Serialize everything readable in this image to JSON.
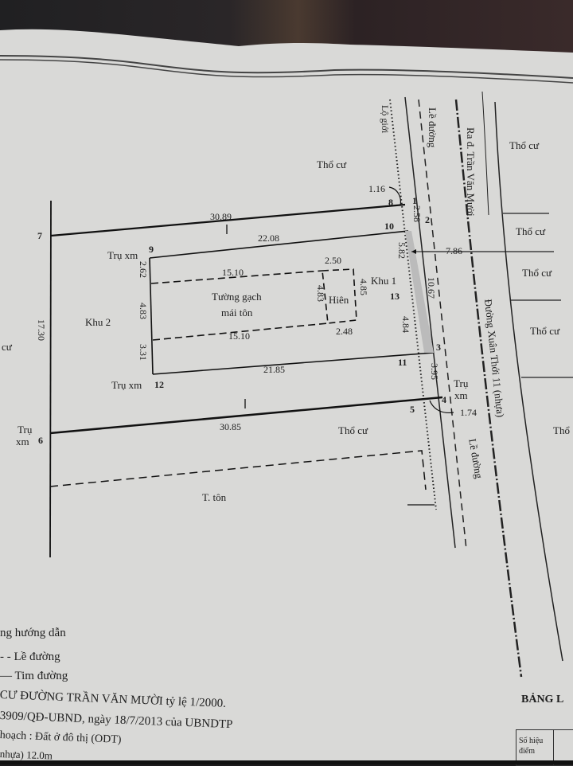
{
  "map": {
    "areas": {
      "tho_cu_top": "Thổ cư",
      "tho_cu_bottom": "Thổ cư",
      "tho_cu_right": [
        "Thổ cư",
        "Thổ cư",
        "Thổ cư",
        "Thổ cư",
        "Thổ"
      ],
      "tho_cu_left_partial": "cư",
      "khu1": "Khu 1",
      "khu2": "Khu 2",
      "building_line1": "Tường gạch",
      "building_line2": "mái tôn",
      "hien": "Hiên",
      "t_ton": "T. tôn"
    },
    "roads": {
      "lo_gioi": "Lộ giới",
      "le_duong_top": "Lề đường",
      "le_duong_bottom": "Lề đường",
      "ra_tran_van_muoi": "Ra đ. Trần Văn Mười",
      "xuan_thoi_11": "Đường Xuân Thới 11 (nhựa)"
    },
    "points": {
      "p1": "1",
      "p2": "2",
      "p3": "3",
      "p4": "4",
      "p5": "5",
      "p6": "6",
      "p7": "7",
      "p8": "8",
      "p9": "9",
      "p10": "10",
      "p11": "11",
      "p12": "12",
      "p13": "13"
    },
    "markers": {
      "tru_xm_9": "Trụ xm",
      "tru_xm_12": "Trụ xm",
      "tru_6_line1": "Trụ",
      "tru_6_line2": "xm",
      "tru_4_line1": "Trụ",
      "tru_4_line2": "xm"
    },
    "dimensions": {
      "top_edge": "30.89",
      "bottom_edge": "30.85",
      "left_edge": "17.30",
      "inner_top": "22.08",
      "inner_bottom": "21.85",
      "wall_top": "15.10",
      "wall_bottom": "15.10",
      "left_seg1": "2.62",
      "left_seg2": "4.83",
      "left_seg3": "3.31",
      "hien_top": "2.50",
      "hien_bottom": "2.48",
      "hien_left": "4.83",
      "hien_right": "4.85",
      "seg_1_2": "2.58",
      "seg_10": "5.82",
      "seg_13": "4.84",
      "seg_2_3": "10.67",
      "seg_3_4": "3.95",
      "corner_8": "1.16",
      "corner_4": "1.74",
      "road_offset": "7.86"
    }
  },
  "legend": {
    "title": "ng hướng dẫn",
    "items": [
      "- - Lề đường",
      "— Tim đường"
    ]
  },
  "footer": {
    "line1": "CƯ ĐƯỜNG TRẦN VĂN MƯỜI tỷ lệ 1/2000.",
    "line2": "3909/QĐ-UBND, ngày 18/7/2013 của UBNDTP",
    "line3": "hoạch : Đất ở đô thị (ODT)",
    "line4": "nhựa) 12.0m"
  },
  "table": {
    "title": "BẢNG L",
    "header_cell": "Số hiệu điểm"
  }
}
